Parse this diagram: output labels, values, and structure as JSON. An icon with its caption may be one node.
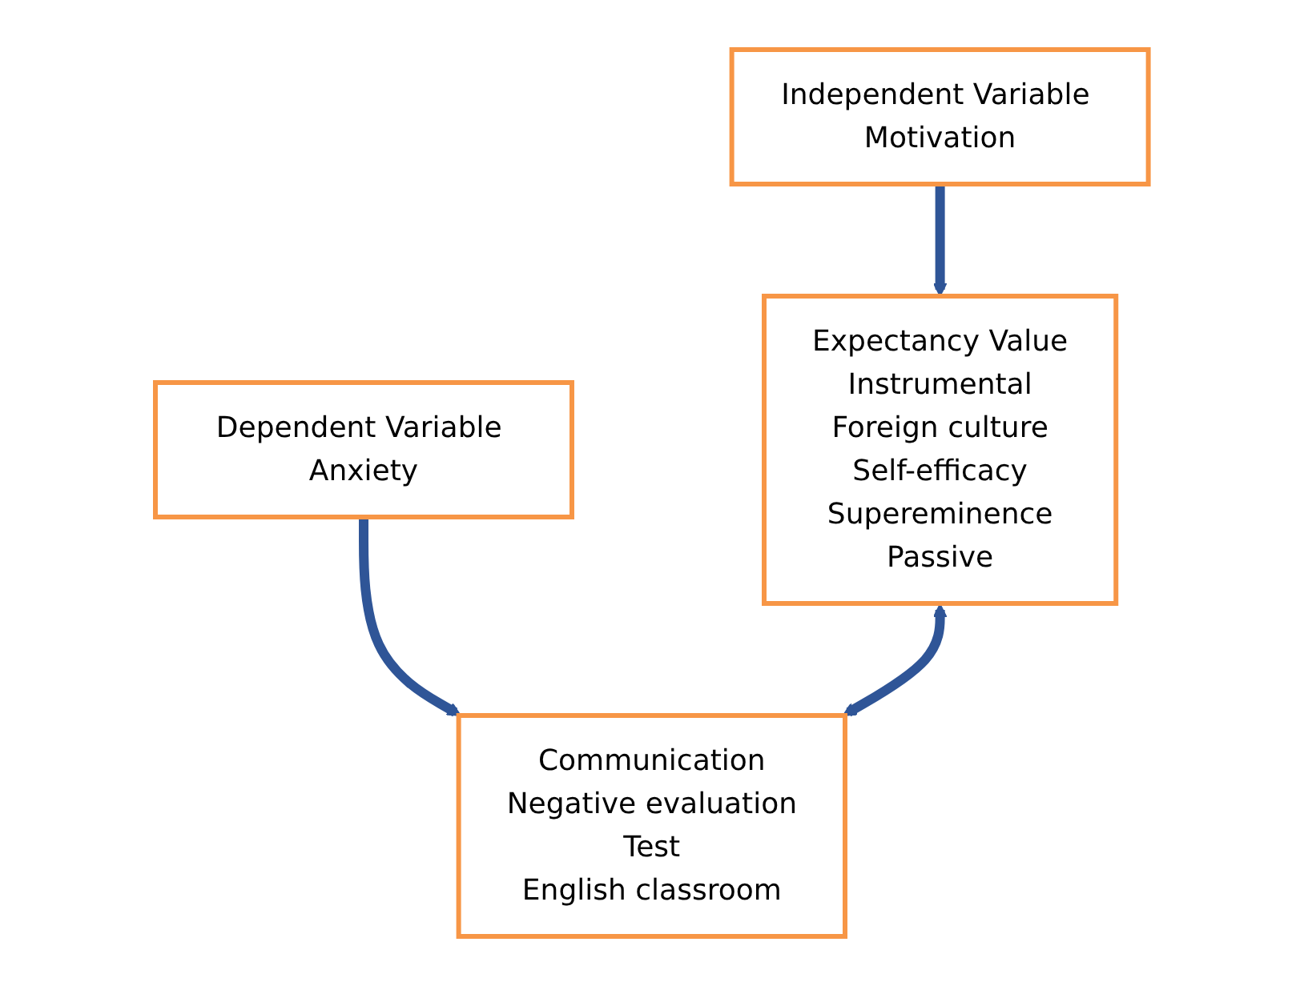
{
  "diagram": {
    "nodes": [
      {
        "text": [
          "Independent Variable Motivation"
        ]
      },
      {
        "text": [
          "Dependent Variable Anxiety"
        ]
      },
      {
        "text": [
          "Expectancy Value",
          "Instrumental",
          "Foreign culture",
          "Self-efficacy",
          "Supereminence",
          "Passive"
        ]
      },
      {
        "text": [
          "Communication",
          "Negative evaluation",
          "Test",
          "English classroom"
        ]
      }
    ],
    "edges": [
      {
        "from": 0,
        "to": 2,
        "arrow": "to"
      },
      {
        "from": 1,
        "to": 3,
        "arrow": "to"
      },
      {
        "from": 2,
        "to": 3,
        "arrow": "both"
      }
    ]
  }
}
